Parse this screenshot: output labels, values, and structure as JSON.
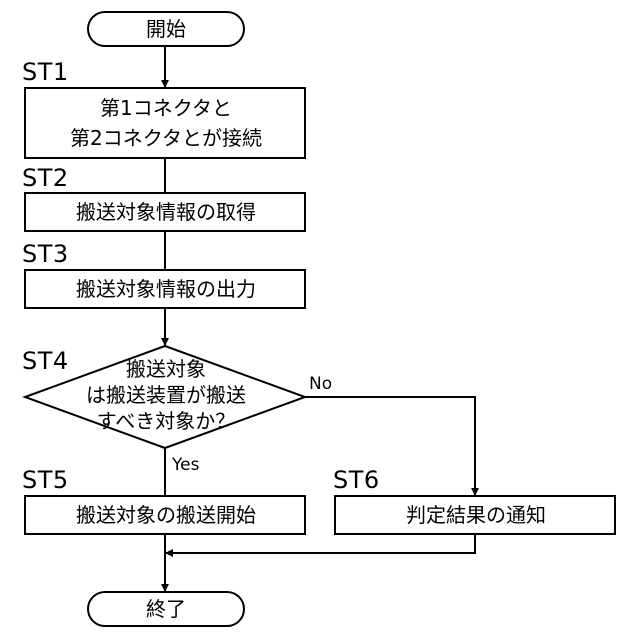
{
  "flowchart": {
    "start": "開始",
    "end": "終了",
    "steps": [
      {
        "id": "ST1",
        "lines": [
          "第1コネクタと",
          "第2コネクタとが接続"
        ]
      },
      {
        "id": "ST2",
        "lines": [
          "搬送対象情報の取得"
        ]
      },
      {
        "id": "ST3",
        "lines": [
          "搬送対象情報の出力"
        ]
      },
      {
        "id": "ST4",
        "lines": [
          "搬送対象",
          "は搬送装置が搬送",
          "すべき対象か？"
        ]
      },
      {
        "id": "ST5",
        "lines": [
          "搬送対象の搬送開始"
        ]
      },
      {
        "id": "ST6",
        "lines": [
          "判定結果の通知"
        ]
      }
    ],
    "branch_yes": "Yes",
    "branch_no": "No"
  }
}
